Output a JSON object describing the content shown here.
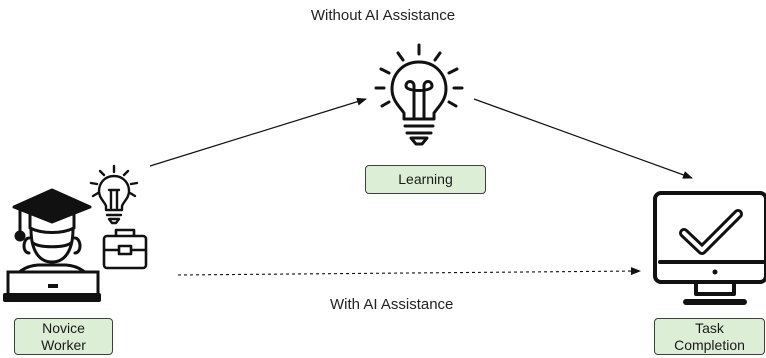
{
  "paths": {
    "top_label": "Without AI Assistance",
    "bottom_label": "With AI Assistance"
  },
  "nodes": {
    "novice_worker": {
      "line1": "Novice",
      "line2": "Worker"
    },
    "learning": {
      "label": "Learning"
    },
    "task_completion": {
      "line1": "Task",
      "line2": "Completion"
    }
  },
  "icons": {
    "novice": [
      "graduate-student-icon",
      "lightbulb-icon",
      "briefcase-icon",
      "laptop-icon"
    ],
    "learning": "lightbulb-icon",
    "task": "monitor-checkmark-icon"
  },
  "colors": {
    "node_fill": "#dcefd6",
    "node_border": "#3f3f3f",
    "stroke": "#111111"
  }
}
